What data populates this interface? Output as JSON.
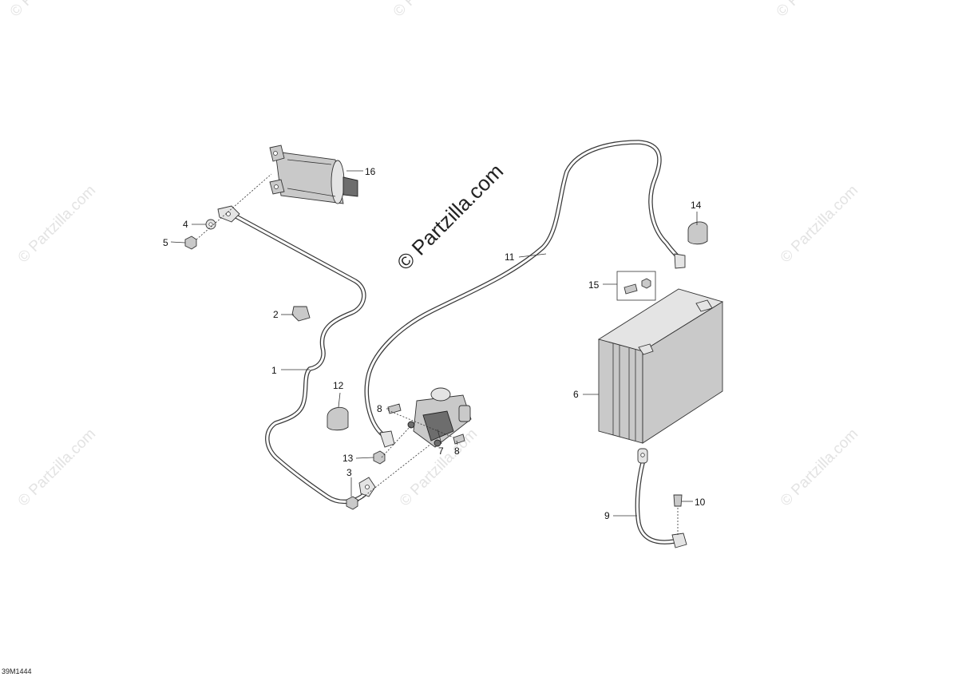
{
  "diagram": {
    "watermark_main": "© Partzilla.com",
    "watermark_repeat": "© Partzilla.com",
    "reference_code": "39M1444"
  },
  "callouts": [
    "1",
    "2",
    "3",
    "4",
    "5",
    "6",
    "7",
    "8",
    "8",
    "9",
    "10",
    "11",
    "12",
    "13",
    "14",
    "15",
    "16"
  ]
}
